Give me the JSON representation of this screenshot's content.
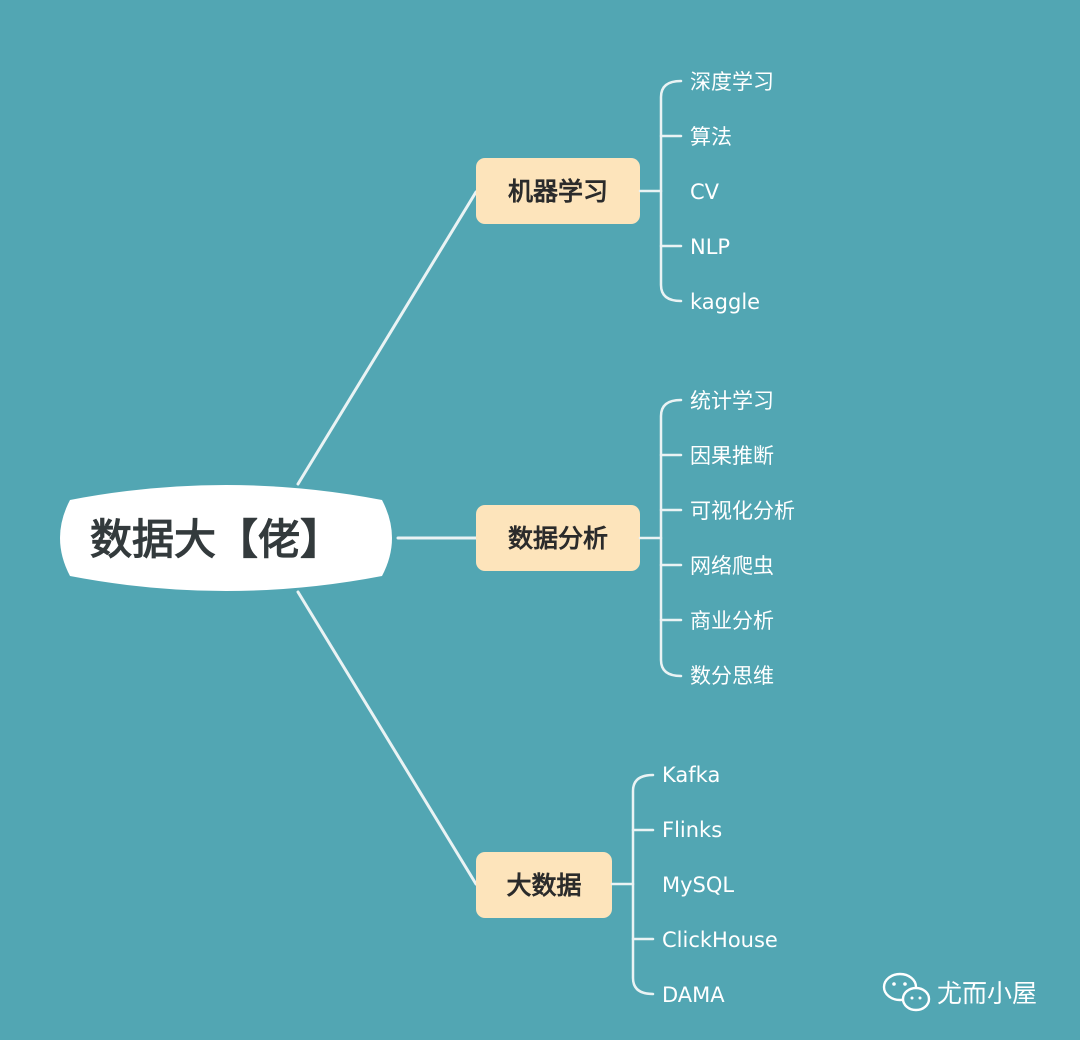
{
  "theme": {
    "background": "#52a6b3",
    "connector": "#eaf3f4",
    "branch_fill": "#fde4bb",
    "branch_text": "#2b2b2b",
    "root_fill": "#ffffff",
    "root_text": "#333a3c",
    "leaf_text": "#ffffff"
  },
  "mindmap": {
    "root": "数据大【佬】",
    "branches": [
      {
        "label": "机器学习",
        "children": [
          "深度学习",
          "算法",
          "CV",
          "NLP",
          "kaggle"
        ]
      },
      {
        "label": "数据分析",
        "children": [
          "统计学习",
          "因果推断",
          "可视化分析",
          "网络爬虫",
          "商业分析",
          "数分思维"
        ]
      },
      {
        "label": "大数据",
        "children": [
          "Kafka",
          "Flinks",
          "MySQL",
          "ClickHouse",
          "DAMA"
        ]
      }
    ]
  },
  "watermark": {
    "icon": "wechat-icon",
    "text": "尤而小屋"
  }
}
